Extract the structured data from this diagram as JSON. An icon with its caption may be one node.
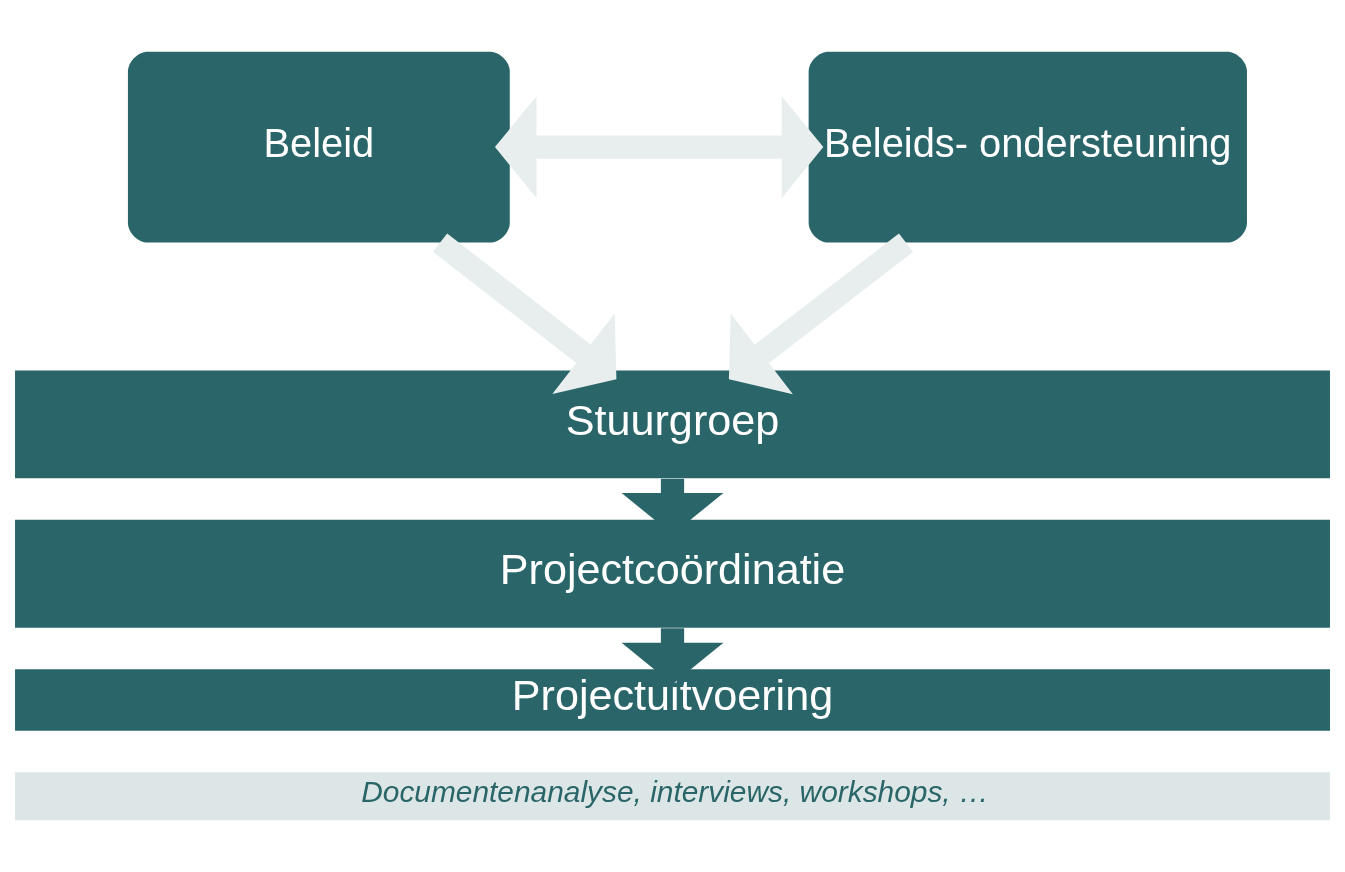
{
  "diagram": {
    "nodes": [
      {
        "text": [
          "Beleid"
        ]
      },
      {
        "text": [
          "Beleids- ondersteuning"
        ]
      },
      {
        "text": [
          "Stuurgroep"
        ]
      },
      {
        "text": [
          "Projectcoördinatie"
        ]
      },
      {
        "text": [
          "Projectuitvoering"
        ]
      },
      {
        "text": [
          "Documentenanalyse, interviews, workshops, …"
        ]
      }
    ],
    "edges": [
      {
        "from": 0,
        "to": 1,
        "arrow": "both",
        "color": "#e8eeee"
      },
      {
        "from": 0,
        "to": 2,
        "arrow": "to",
        "color": "#e8eeee"
      },
      {
        "from": 1,
        "to": 2,
        "arrow": "to",
        "color": "#e8eeee"
      },
      {
        "from": 2,
        "to": 3,
        "arrow": "to",
        "color": "#2a6669"
      },
      {
        "from": 3,
        "to": 4,
        "arrow": "to",
        "color": "#2a6669"
      }
    ]
  }
}
